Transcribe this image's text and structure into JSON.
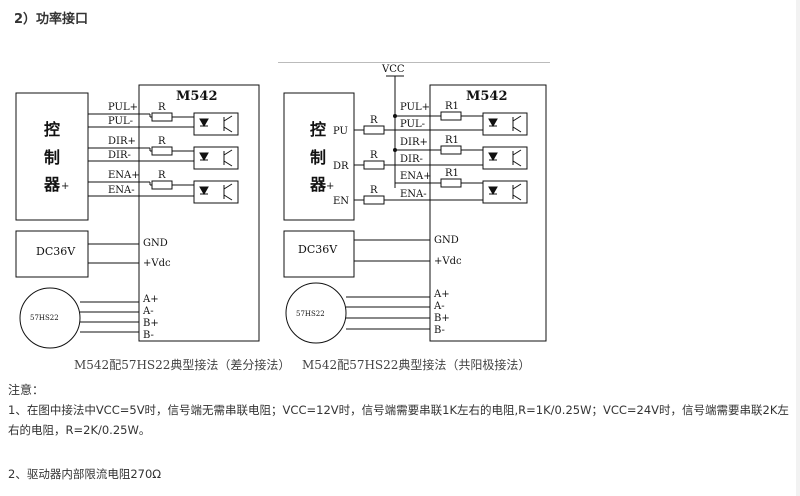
{
  "section": {
    "title": "2）功率接口"
  },
  "diagram_left": {
    "title": "M542",
    "controller": [
      "控",
      "制",
      "器"
    ],
    "controller_mark": "+",
    "pins": [
      "PUL+",
      "PUL-",
      "DIR+",
      "DIR-",
      "ENA+",
      "ENA-"
    ],
    "resistor": "R",
    "power": "DC36V",
    "power_pins": [
      "GND",
      "+Vdc"
    ],
    "motor": "57HS22",
    "motor_pins": [
      "A+",
      "A-",
      "B+",
      "B-"
    ],
    "caption": "M542配57HS22典型接法（差分接法）"
  },
  "diagram_right": {
    "title": "M542",
    "vcc": "VCC",
    "controller": [
      "控",
      "制",
      "器"
    ],
    "controller_mark": "+",
    "ctrl_pins": [
      "PU",
      "DR",
      "EN"
    ],
    "pins": [
      "PUL+",
      "PUL-",
      "DIR+",
      "DIR-",
      "ENA+",
      "ENA-"
    ],
    "resistor_outer": "R",
    "resistor_inner": "R1",
    "power": "DC36V",
    "power_pins": [
      "GND",
      "+Vdc"
    ],
    "motor": "57HS22",
    "motor_pins": [
      "A+",
      "A-",
      "B+",
      "B-"
    ],
    "caption": "M542配57HS22典型接法（共阳极接法）"
  },
  "notes": {
    "label": "注意：",
    "items": [
      "1、在图中接法中VCC=5V时，信号端无需串联电阻；VCC=12V时，信号端需要串联1K左右的电阻,R=1K/0.25W；VCC=24V时，信号端需要串联2K左右的电阻，R=2K/0.25W。",
      "2、驱动器内部限流电阻270Ω"
    ]
  }
}
